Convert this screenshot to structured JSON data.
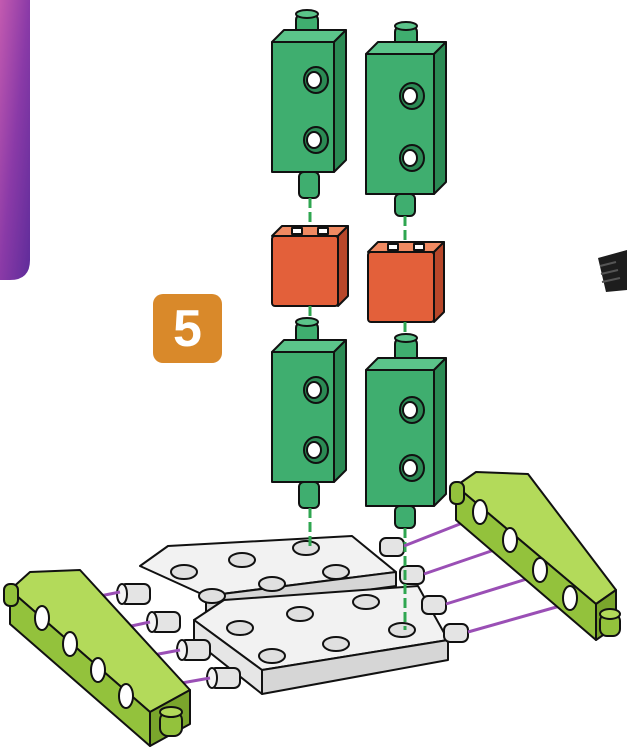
{
  "step": {
    "number": "5"
  },
  "colors": {
    "step_badge": "#d9892a",
    "green_block": "#3fae6f",
    "green_block_top": "#5bc48a",
    "red_block": "#e3603a",
    "red_block_top": "#f08a62",
    "base_plate": "#eeeeee",
    "side_bar": "#93c23c",
    "side_bar_top": "#b3da5a",
    "green_guide": "#2fa650",
    "purple_guide": "#9a4fb5",
    "corner_panel": "#8a3aa7"
  },
  "parts": {
    "green_blocks": 4,
    "red_connectors": 2,
    "white_base_plates": 2,
    "lime_side_bars": 2
  }
}
